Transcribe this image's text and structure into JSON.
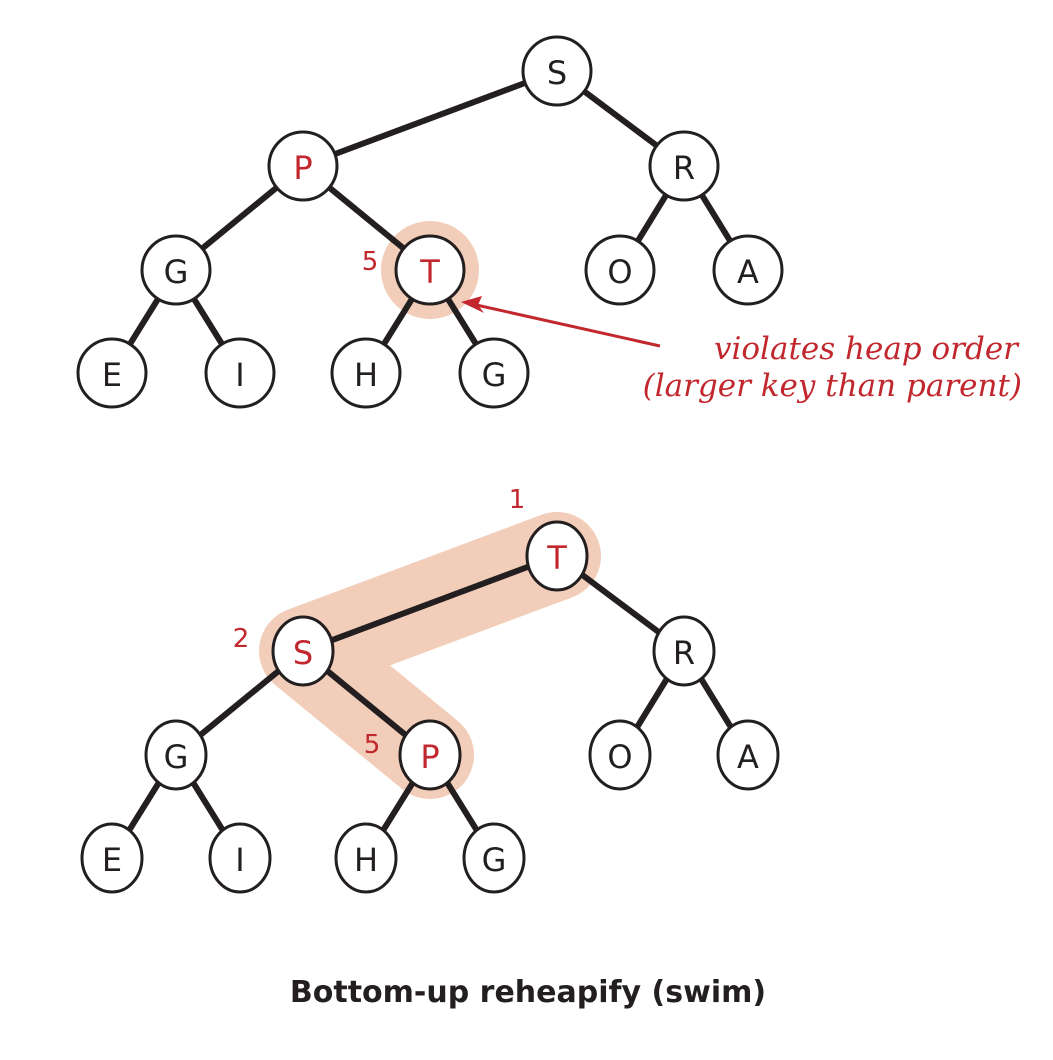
{
  "colors": {
    "ink": "#231f20",
    "accent": "#c1272d",
    "highlight": "#f2cdb9"
  },
  "trees": [
    {
      "id": "before",
      "nodes": [
        {
          "id": "n1",
          "key": "S",
          "red": false
        },
        {
          "id": "n2",
          "key": "P",
          "red": true
        },
        {
          "id": "n3",
          "key": "R",
          "red": false
        },
        {
          "id": "n4",
          "key": "G",
          "red": false
        },
        {
          "id": "n5",
          "key": "T",
          "red": true,
          "index": "5"
        },
        {
          "id": "n6",
          "key": "O",
          "red": false
        },
        {
          "id": "n7",
          "key": "A",
          "red": false
        },
        {
          "id": "n8",
          "key": "E",
          "red": false
        },
        {
          "id": "n9",
          "key": "I",
          "red": false
        },
        {
          "id": "n10",
          "key": "H",
          "red": false
        },
        {
          "id": "n11",
          "key": "G",
          "red": false
        }
      ],
      "highlighted_nodes": [
        "n5"
      ],
      "annotation": {
        "line1": "violates heap order",
        "line2": "(larger key than parent)",
        "points_to": "n5"
      }
    },
    {
      "id": "after",
      "nodes": [
        {
          "id": "n1",
          "key": "T",
          "red": true,
          "index": "1"
        },
        {
          "id": "n2",
          "key": "S",
          "red": true,
          "index": "2"
        },
        {
          "id": "n3",
          "key": "R",
          "red": false
        },
        {
          "id": "n4",
          "key": "G",
          "red": false
        },
        {
          "id": "n5",
          "key": "P",
          "red": true,
          "index": "5"
        },
        {
          "id": "n6",
          "key": "O",
          "red": false
        },
        {
          "id": "n7",
          "key": "A",
          "red": false
        },
        {
          "id": "n8",
          "key": "E",
          "red": false
        },
        {
          "id": "n9",
          "key": "I",
          "red": false
        },
        {
          "id": "n10",
          "key": "H",
          "red": false
        },
        {
          "id": "n11",
          "key": "G",
          "red": false
        }
      ],
      "highlighted_path": [
        "n1",
        "n2",
        "n5"
      ]
    }
  ],
  "caption": "Bottom-up reheapify (swim)"
}
